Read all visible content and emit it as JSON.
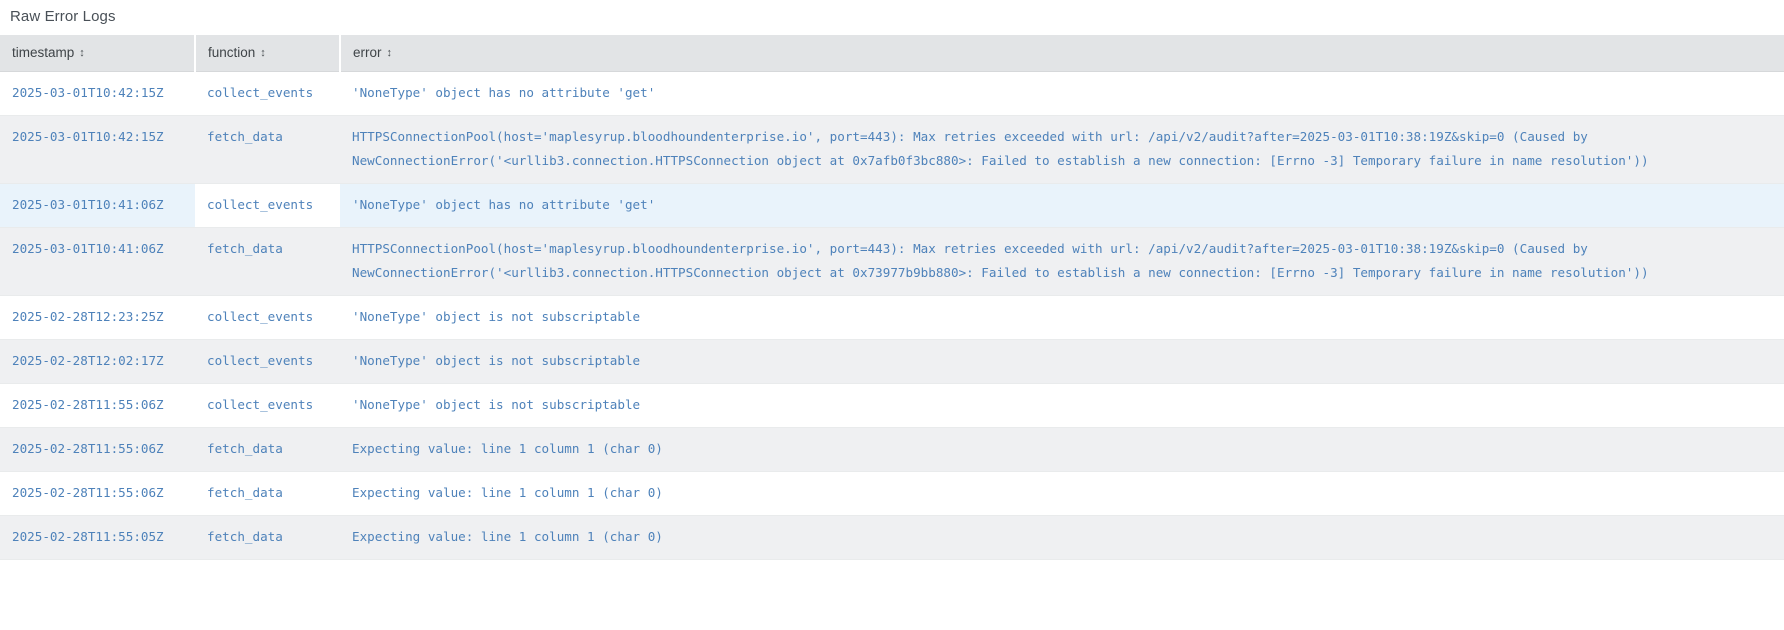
{
  "panel": {
    "title": "Raw Error Logs"
  },
  "table": {
    "columns": [
      {
        "key": "timestamp",
        "label": "timestamp",
        "sort_icon": "↕"
      },
      {
        "key": "function",
        "label": "function",
        "sort_icon": "↕"
      },
      {
        "key": "error",
        "label": "error",
        "sort_icon": "↕"
      }
    ],
    "rows": [
      {
        "timestamp": "2025-03-01T10:42:15Z",
        "function": "collect_events",
        "error": "'NoneType' object has no attribute 'get'",
        "state": "odd"
      },
      {
        "timestamp": "2025-03-01T10:42:15Z",
        "function": "fetch_data",
        "error": "HTTPSConnectionPool(host='maplesyrup.bloodhoundenterprise.io', port=443): Max retries exceeded with url: /api/v2/audit?after=2025-03-01T10:38:19Z&skip=0 (Caused by NewConnectionError('<urllib3.connection.HTTPSConnection object at 0x7afb0f3bc880>: Failed to establish a new connection: [Errno -3] Temporary failure in name resolution'))",
        "state": "even"
      },
      {
        "timestamp": "2025-03-01T10:41:06Z",
        "function": "collect_events",
        "error": "'NoneType' object has no attribute 'get'",
        "state": "selected"
      },
      {
        "timestamp": "2025-03-01T10:41:06Z",
        "function": "fetch_data",
        "error": "HTTPSConnectionPool(host='maplesyrup.bloodhoundenterprise.io', port=443): Max retries exceeded with url: /api/v2/audit?after=2025-03-01T10:38:19Z&skip=0 (Caused by NewConnectionError('<urllib3.connection.HTTPSConnection object at 0x73977b9bb880>: Failed to establish a new connection: [Errno -3] Temporary failure in name resolution'))",
        "state": "even"
      },
      {
        "timestamp": "2025-02-28T12:23:25Z",
        "function": "collect_events",
        "error": "'NoneType' object is not subscriptable",
        "state": "odd"
      },
      {
        "timestamp": "2025-02-28T12:02:17Z",
        "function": "collect_events",
        "error": "'NoneType' object is not subscriptable",
        "state": "even"
      },
      {
        "timestamp": "2025-02-28T11:55:06Z",
        "function": "collect_events",
        "error": "'NoneType' object is not subscriptable",
        "state": "odd"
      },
      {
        "timestamp": "2025-02-28T11:55:06Z",
        "function": "fetch_data",
        "error": "Expecting value: line 1 column 1 (char 0)",
        "state": "even"
      },
      {
        "timestamp": "2025-02-28T11:55:06Z",
        "function": "fetch_data",
        "error": "Expecting value: line 1 column 1 (char 0)",
        "state": "odd"
      },
      {
        "timestamp": "2025-02-28T11:55:05Z",
        "function": "fetch_data",
        "error": "Expecting value: line 1 column 1 (char 0)",
        "state": "even"
      }
    ]
  },
  "colors": {
    "header_bg": "#e2e4e6",
    "header_text": "#3f4448",
    "cell_text": "#4e82ba",
    "row_alt_bg": "#eff0f2",
    "row_selected_bg": "#e9f3fb",
    "title_text": "#495057"
  }
}
